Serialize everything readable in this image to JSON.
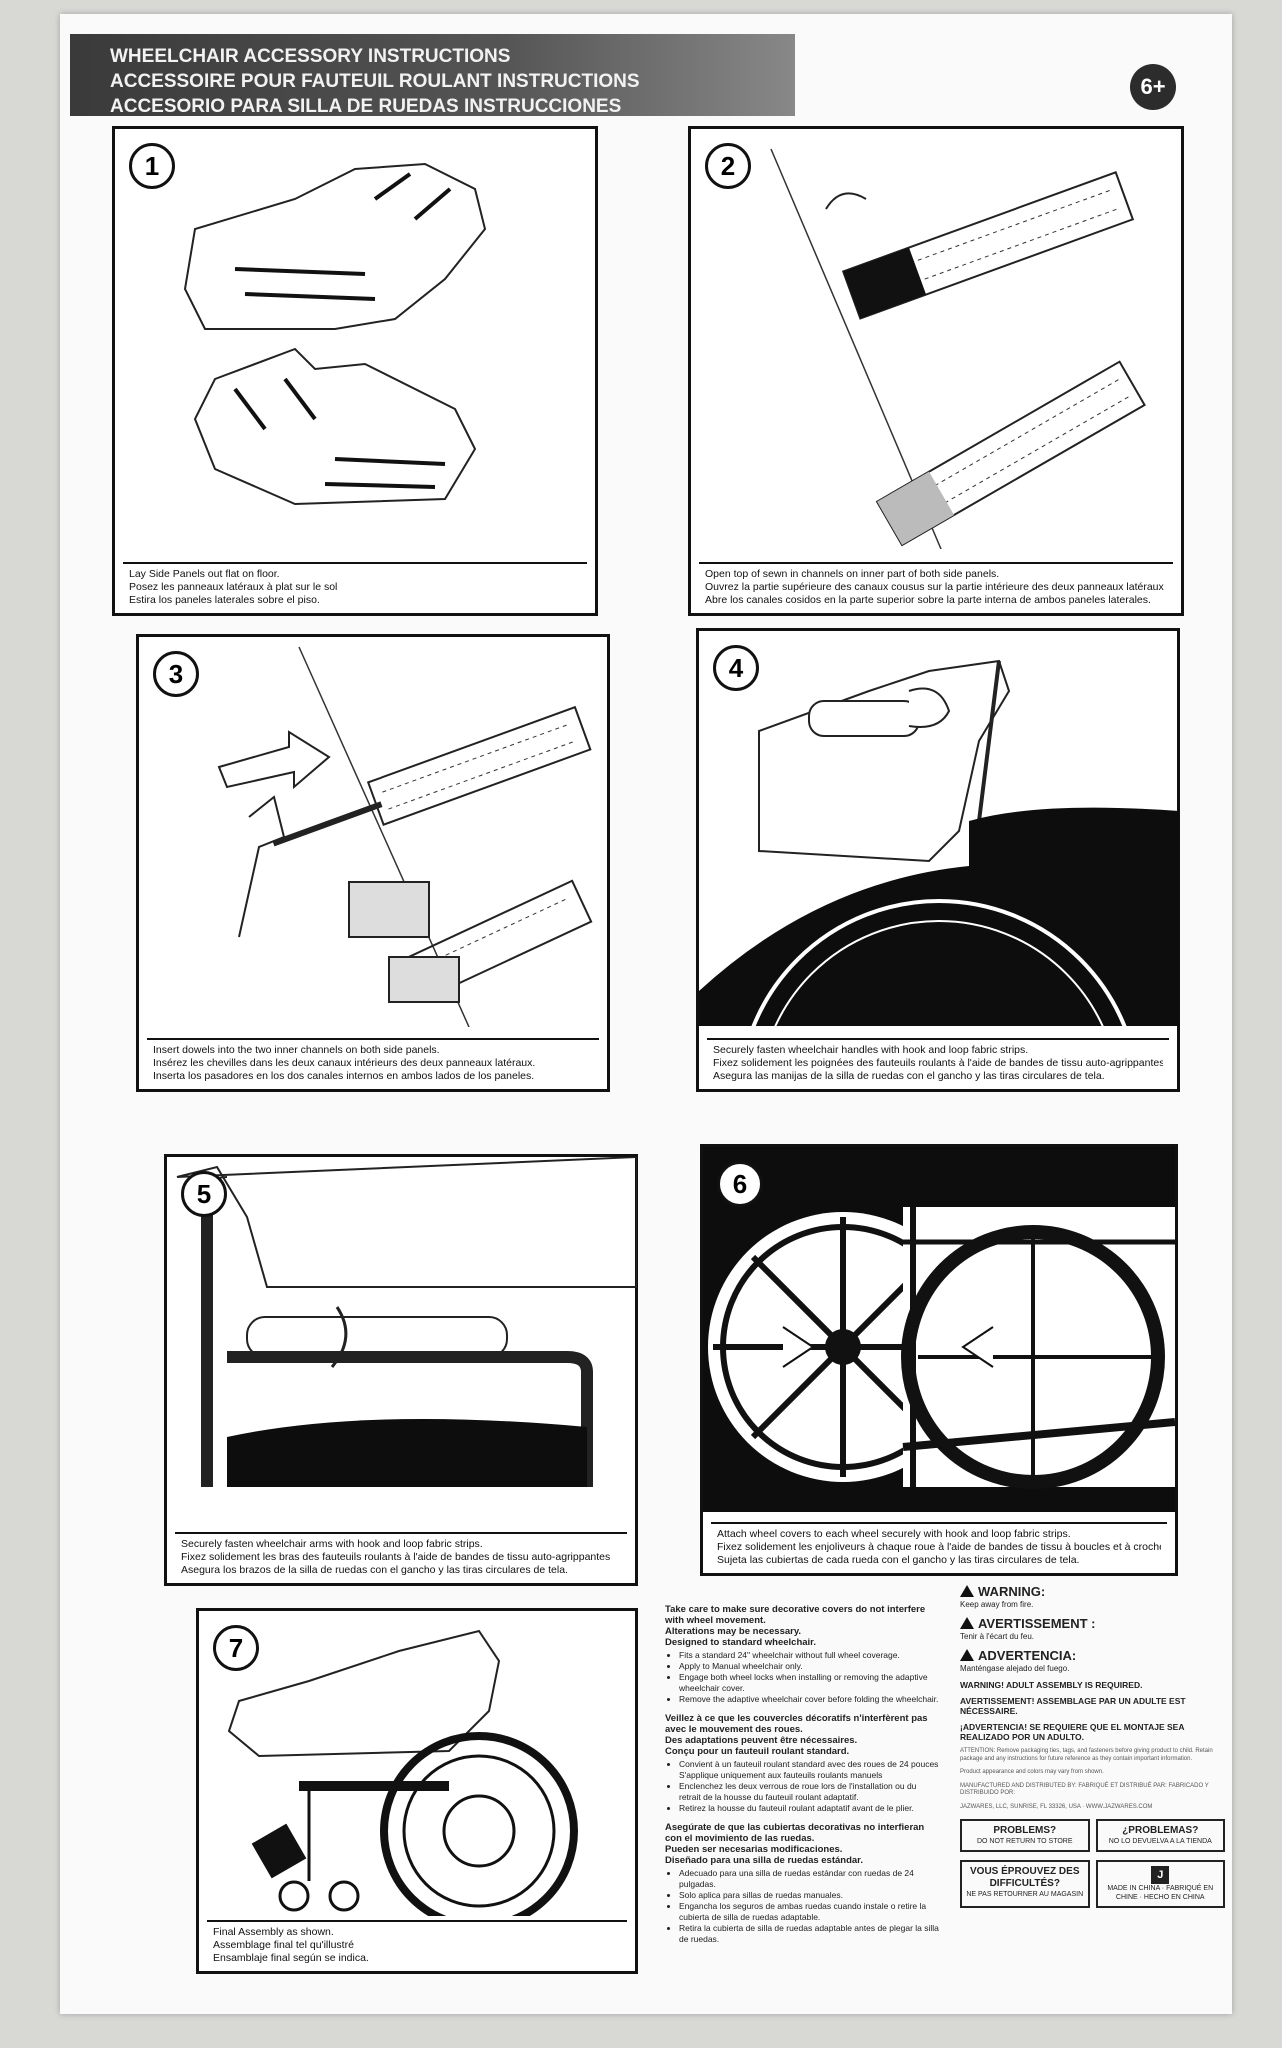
{
  "header": {
    "line1": "WHEELCHAIR ACCESSORY INSTRUCTIONS",
    "line2": "ACCESSOIRE POUR FAUTEUIL ROULANT INSTRUCTIONS",
    "line3": "ACCESORIO PARA SILLA DE RUEDAS INSTRUCCIONES",
    "age": "6+"
  },
  "steps": [
    {
      "num": "1",
      "en": "Lay Side Panels out flat on floor.",
      "fr": "Posez les panneaux latéraux à plat sur le sol",
      "es": "Estira los paneles laterales sobre el piso."
    },
    {
      "num": "2",
      "en": "Open top of sewn in channels on inner part of both side panels.",
      "fr": "Ouvrez la partie supérieure des canaux cousus sur la partie intérieure des deux panneaux latéraux",
      "es": "Abre los canales cosidos en la parte superior sobre la parte interna de ambos paneles laterales."
    },
    {
      "num": "3",
      "en": "Insert dowels into the two inner channels on both side panels.",
      "fr": "Insérez les chevilles dans les deux canaux intérieurs des deux panneaux latéraux.",
      "es": "Inserta los pasadores en los dos canales internos en ambos lados de los paneles."
    },
    {
      "num": "4",
      "en": "Securely fasten wheelchair handles with hook and loop fabric strips.",
      "fr": "Fixez solidement les poignées des fauteuils roulants à l'aide de bandes de tissu auto-agrippantes",
      "es": "Asegura las manijas de la silla de ruedas con el gancho y las tiras circulares de tela."
    },
    {
      "num": "5",
      "en": "Securely fasten wheelchair arms with hook and loop fabric strips.",
      "fr": "Fixez solidement les bras des fauteuils roulants à l'aide de bandes de tissu auto-agrippantes",
      "es": "Asegura los brazos de la silla de ruedas con el gancho y las tiras circulares de tela."
    },
    {
      "num": "6",
      "en": "Attach wheel covers to each wheel securely with hook and loop fabric strips.",
      "fr": "Fixez solidement les enjoliveurs à chaque roue à l'aide de bandes de tissu à boucles et à crochets",
      "es": "Sujeta las cubiertas de cada rueda con el gancho y las tiras circulares de tela."
    },
    {
      "num": "7",
      "en": "Final Assembly as shown.",
      "fr": "Assemblage final tel qu'illustré",
      "es": "Ensamblaje final según se indica."
    }
  ],
  "info": {
    "en_head": "Take care to make sure decorative covers do not interfere with wheel movement.",
    "en_head2": "Alterations may be necessary.",
    "en_head3": "Designed to standard wheelchair.",
    "en_items": [
      "Fits a standard 24\" wheelchair without full wheel coverage.",
      "Apply to Manual wheelchair only.",
      "Engage both wheel locks when installing or removing the adaptive wheelchair cover.",
      "Remove the adaptive wheelchair cover before folding the wheelchair."
    ],
    "fr_head": "Veillez à ce que les couvercles décoratifs n'interfèrent pas avec le mouvement des roues.",
    "fr_head2": "Des adaptations peuvent être nécessaires.",
    "fr_head3": "Conçu pour un fauteuil roulant standard.",
    "fr_items": [
      "Convient à un fauteuil roulant standard avec des roues de 24 pouces S'applique uniquement aux fauteuils roulants manuels",
      "Enclenchez les deux verrous de roue lors de l'installation ou du retrait de la housse du fauteuil roulant adaptatif.",
      "Retirez la housse du fauteuil roulant adaptatif avant de le plier."
    ],
    "es_head": "Asegúrate de que las cubiertas decorativas no interfieran con el movimiento de las ruedas.",
    "es_head2": "Pueden ser necesarias modificaciones.",
    "es_head3": "Diseñado para una silla de ruedas estándar.",
    "es_items": [
      "Adecuado para una silla de ruedas estándar con ruedas de 24 pulgadas.",
      "Solo aplica para sillas de ruedas manuales.",
      "Engancha los seguros de ambas ruedas cuando instale o retire la cubierta de silla de ruedas adaptable.",
      "Retira la cubierta de silla de ruedas adaptable antes de plegar la silla de ruedas."
    ]
  },
  "warnings": {
    "warning_title": "WARNING:",
    "warning_text": "Keep away from fire.",
    "avert_title": "AVERTISSEMENT :",
    "avert_text": "Tenir à l'écart du feu.",
    "adv_title": "ADVERTENCIA:",
    "adv_text": "Manténgase alejado del fuego.",
    "assembly_en": "WARNING! ADULT ASSEMBLY IS REQUIRED.",
    "assembly_fr": "AVERTISSEMENT! ASSEMBLAGE PAR UN ADULTE EST NÉCESSAIRE.",
    "assembly_es": "¡ADVERTENCIA! SE REQUIERE QUE EL MONTAJE SEA REALIZADO POR UN ADULTO.",
    "fine1": "ATTENTION: Remove packaging ties, tags, and fasteners before giving product to child. Retain package and any instructions for future reference as they contain important information.",
    "fine2": "Product appearance and colors may vary from shown.",
    "distributed": "MANUFACTURED AND DISTRIBUTED BY: FABRIQUÉ ET DISTRIBUÉ PAR: FABRICADO Y DISTRIBUIDO POR:",
    "company": "JAZWARES, LLC, SUNRISE, FL 33326, USA · WWW.JAZWARES.COM",
    "problems_title": "PROBLEMS?",
    "problems_text": "DO NOT RETURN TO STORE",
    "problemas_title": "¿PROBLEMAS?",
    "problemas_text": "NO LO DEVUELVA A LA TIENDA",
    "difficultes_title": "VOUS ÉPROUVEZ DES DIFFICULTÉS?",
    "difficultes_text": "NE PAS RETOURNER AU MAGASIN",
    "logo": "J",
    "made_in": "MADE IN CHINA · FABRIQUÉ EN CHINE · HECHO EN CHINA"
  }
}
